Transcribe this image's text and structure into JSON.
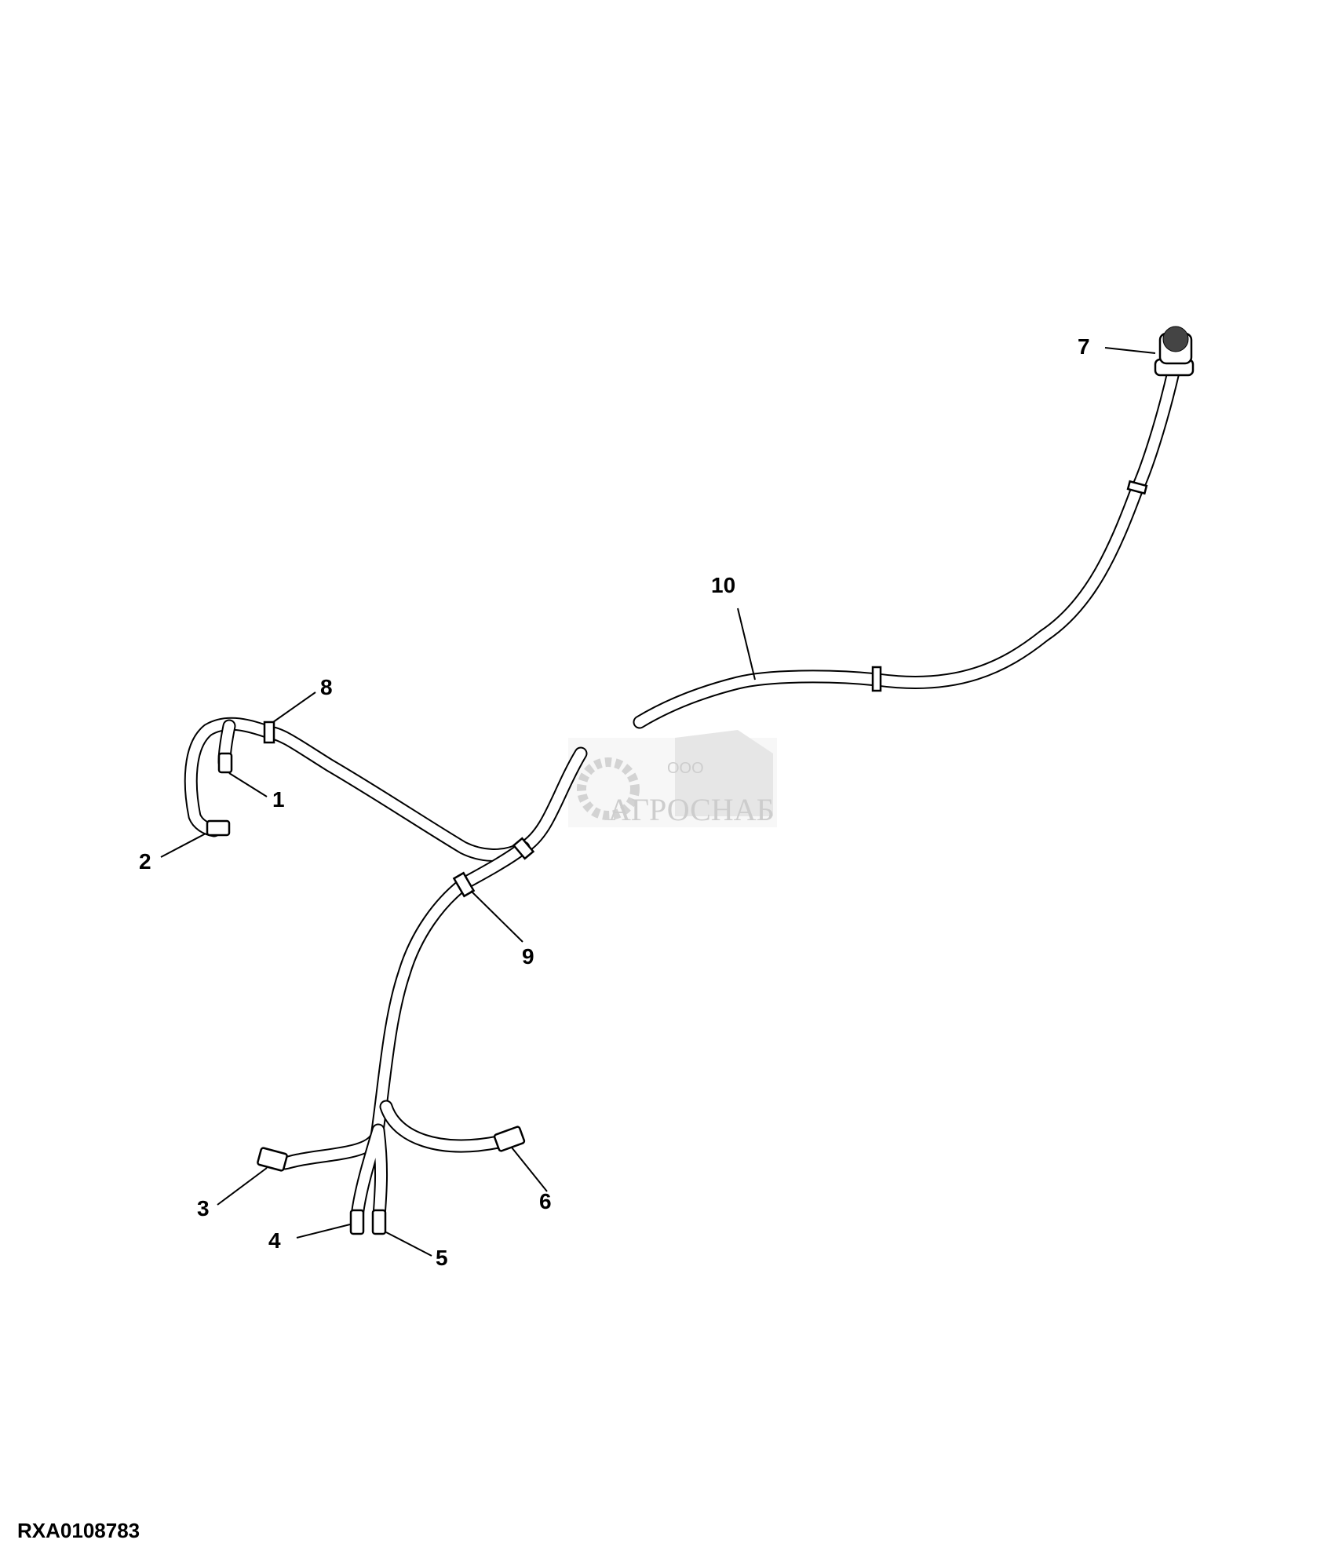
{
  "figure": {
    "id": "RXA0108783",
    "callouts": [
      "1",
      "2",
      "3",
      "4",
      "5",
      "6",
      "7",
      "8",
      "9",
      "10"
    ],
    "watermark": {
      "small": "ООО",
      "name": "АГРОСНАБ"
    }
  }
}
